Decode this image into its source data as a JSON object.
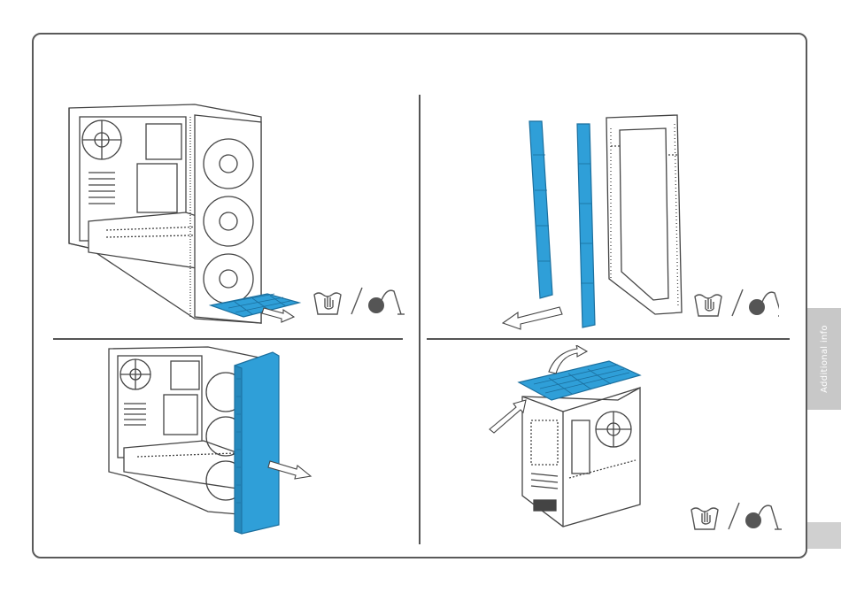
{
  "side_tab": {
    "label": "Additional info"
  },
  "colors": {
    "accent": "#2f9fd8",
    "accent_dark": "#1b6f9e",
    "line": "#444444",
    "tab_grey": "#c8c8c8",
    "frame": "#5a5a5a"
  },
  "panels": [
    {
      "id": "front-filter",
      "icons": [
        "hand-wash-icon",
        "vacuum-cleaner-icon"
      ]
    },
    {
      "id": "side-filters",
      "icons": [
        "hand-wash-icon",
        "vacuum-cleaner-icon"
      ]
    },
    {
      "id": "front-panel-removal",
      "icons": []
    },
    {
      "id": "top-filter",
      "icons": [
        "hand-wash-icon",
        "vacuum-cleaner-icon"
      ]
    }
  ]
}
